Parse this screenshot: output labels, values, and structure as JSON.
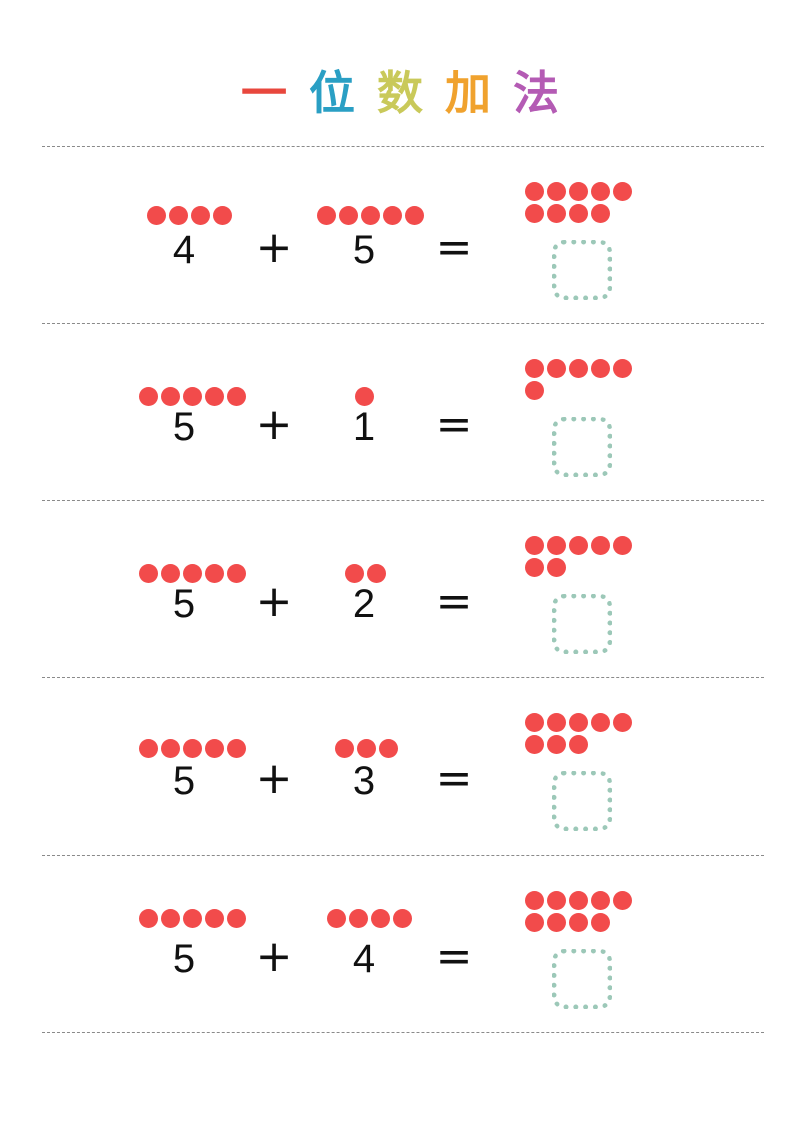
{
  "title": {
    "chars": [
      {
        "text": "一",
        "color": "#e8473d"
      },
      {
        "text": "位",
        "color": "#2a9fc4"
      },
      {
        "text": "数",
        "color": "#c9c95a"
      },
      {
        "text": "加",
        "color": "#f0a22e"
      },
      {
        "text": "法",
        "color": "#b45bb4"
      }
    ]
  },
  "colors": {
    "dot": "#f24b4b",
    "answer_box": "#9cc8b8",
    "divider": "#8a8a8a"
  },
  "operators": {
    "plus": "+",
    "equals": "="
  },
  "problems": [
    {
      "a": "4",
      "b": "5",
      "a_count": 4,
      "b_count": 5,
      "sum_count": 9
    },
    {
      "a": "5",
      "b": "1",
      "a_count": 5,
      "b_count": 1,
      "sum_count": 6
    },
    {
      "a": "5",
      "b": "2",
      "a_count": 5,
      "b_count": 2,
      "sum_count": 7
    },
    {
      "a": "5",
      "b": "3",
      "a_count": 5,
      "b_count": 3,
      "sum_count": 8
    },
    {
      "a": "5",
      "b": "4",
      "a_count": 5,
      "b_count": 4,
      "sum_count": 9
    }
  ]
}
